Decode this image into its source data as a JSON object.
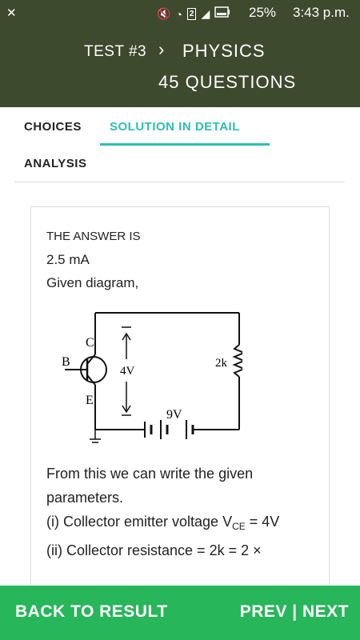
{
  "status_bar": {
    "battery_percent": "25%",
    "time": "3:43 p.m.",
    "sim_badge": "2",
    "icons": [
      "signal-icon",
      "mute-icon",
      "wifi-icon",
      "sim-icon",
      "network-icon",
      "battery-icon"
    ]
  },
  "header": {
    "test_label": "TEST #3",
    "subject": "PHYSICS",
    "question_count": "45 QUESTIONS",
    "background": "#3d4a2e"
  },
  "tabs": {
    "choices": "CHOICES",
    "solution": "SOLUTION IN DETAIL",
    "analysis": "ANALYSIS",
    "active": "SOLUTION IN DETAIL",
    "accent": "#2bbfb2"
  },
  "solution": {
    "answer_label": "THE ANSWER IS",
    "answer_value": "2.5 mA",
    "given_text": "Given diagram,",
    "diagram_labels": {
      "base": "B",
      "collector": "C",
      "emitter": "E",
      "vce": "4V",
      "resistor": "2k",
      "battery": "9V"
    },
    "paragraph_1": "From this we can write the given parameters.",
    "line_2_prefix": "(i) Collector emitter voltage V",
    "line_2_sub": "CE",
    "line_2_suffix": " = 4V",
    "line_3": "(ii) Collector resistance = 2k = 2 ×"
  },
  "bottom_bar": {
    "back_label": "BACK TO RESULT",
    "prev_label": "PREV",
    "separator": "|",
    "next_label": "NEXT",
    "background": "#28b65a"
  }
}
